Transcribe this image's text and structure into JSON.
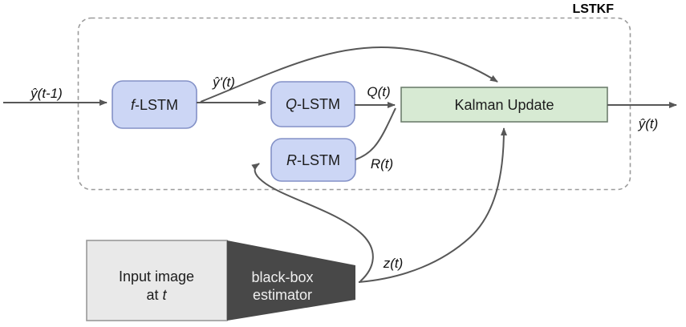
{
  "diagram_title": "LSTKF",
  "nodes": {
    "f_lstm": {
      "prefix": "f",
      "suffix": "-LSTM"
    },
    "q_lstm": {
      "prefix": "Q",
      "suffix": "-LSTM"
    },
    "r_lstm": {
      "prefix": "R",
      "suffix": "-LSTM"
    },
    "kalman_update": {
      "label": "Kalman Update"
    },
    "input_image": {
      "line1": "Input image",
      "line2_word": "at",
      "line2_var": "t"
    },
    "black_box_estimator": {
      "line1": "black-box",
      "line2": "estimator"
    }
  },
  "signal_labels": {
    "prev_estimate": "ŷ(t-1)",
    "prediction": "ŷ'(t)",
    "process_noise": "Q(t)",
    "measurement_noise": "R(t)",
    "measurement": "z(t)",
    "estimate": "ŷ(t)"
  },
  "colors": {
    "lstm_fill": "#ccd6f5",
    "lstm_stroke": "#8391c7",
    "kalman_fill": "#d7ead3",
    "kalman_stroke": "#6e7e6e",
    "input_fill": "#e9e9e9",
    "input_stroke": "#999999",
    "estimator_fill": "#484848",
    "arrow": "#575757",
    "dashed_border": "#9b9b9b"
  }
}
